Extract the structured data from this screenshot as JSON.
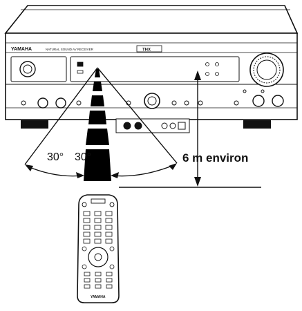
{
  "receiver": {
    "brand": "YAMAHA",
    "model_text": "NATURAL SOUND AV RECEIVER",
    "badge": "THX"
  },
  "angles": {
    "left": "30°",
    "right": "30°"
  },
  "distance_label": "6 m environ",
  "remote": {
    "brand": "YAMAHA"
  },
  "colors": {
    "line": "#111111",
    "body": "#ffffff",
    "beam": "#000000"
  }
}
